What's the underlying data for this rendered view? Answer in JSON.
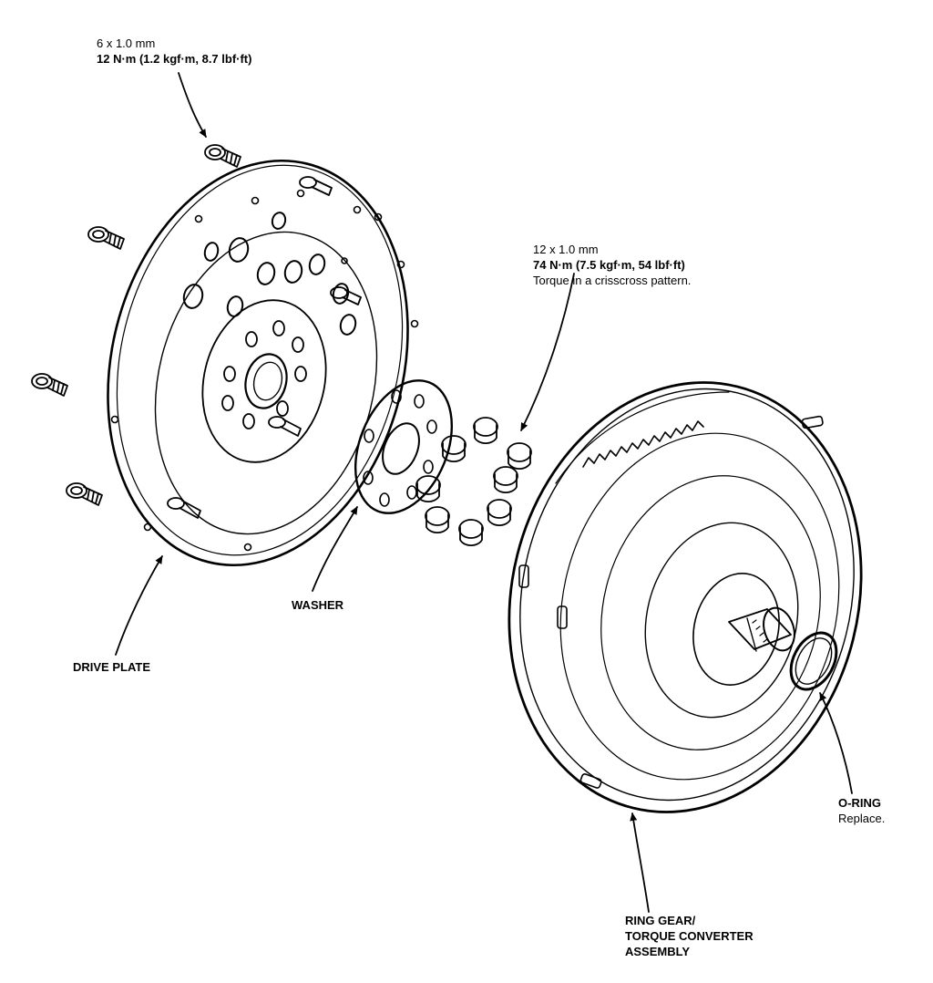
{
  "callouts": {
    "small_bolt": {
      "size": "6 x 1.0 mm",
      "torque": "12 N·m (1.2 kgf·m, 8.7 lbf·ft)"
    },
    "large_bolt": {
      "size": "12 x 1.0 mm",
      "torque": "74 N·m (7.5 kgf·m, 54 lbf·ft)",
      "note": "Torque in a crisscross pattern."
    },
    "washer": {
      "label": "WASHER"
    },
    "drive_plate": {
      "label": "DRIVE PLATE"
    },
    "o_ring": {
      "label": "O-RING",
      "note": "Replace."
    },
    "torque_converter": {
      "line1": "RING GEAR/",
      "line2": "TORQUE CONVERTER",
      "line3": "ASSEMBLY"
    }
  }
}
